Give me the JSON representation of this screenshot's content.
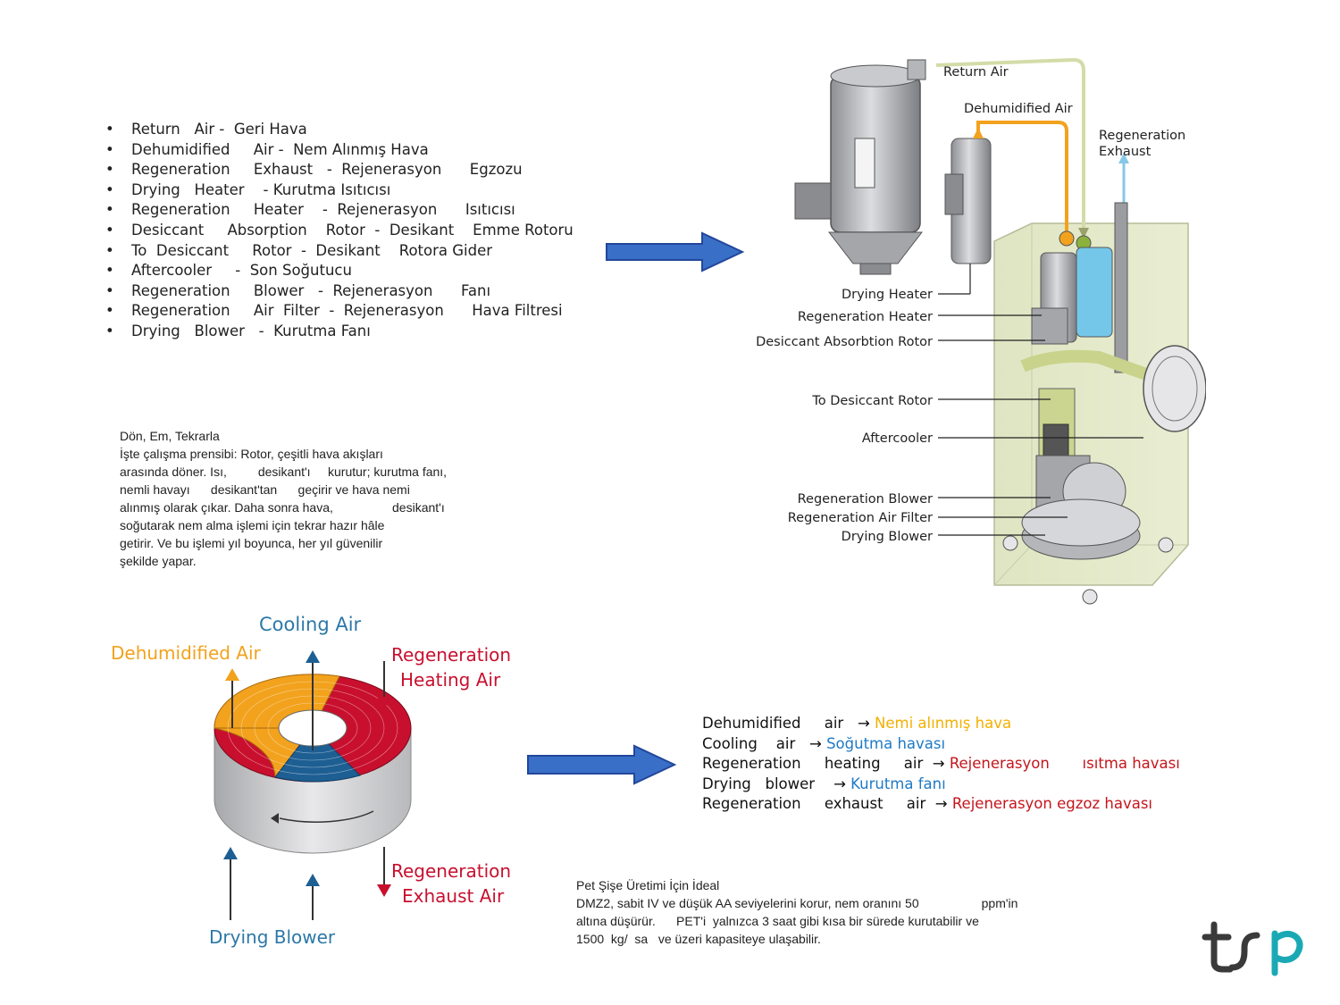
{
  "glossary": [
    "Return   Air -  Geri Hava",
    "Dehumidified     Air -  Nem Alınmış Hava",
    "Regeneration     Exhaust   -  Rejenerasyon      Egzozu",
    "Drying   Heater    - Kurutma Isıtıcısı",
    "Regeneration     Heater    -  Rejenerasyon      Isıtıcısı",
    "Desiccant     Absorption    Rotor  -  Desikant    Emme Rotoru",
    "To  Desiccant     Rotor  -  Desikant    Rotora Gider",
    "Aftercooler     -  Son Soğutucu",
    "Regeneration     Blower   -  Rejenerasyon      Fanı",
    "Regeneration     Air  Filter  -  Rejenerasyon      Hava Filtresi",
    "Drying   Blower   -  Kurutma Fanı"
  ],
  "principle": {
    "title": "Dön, Em, Tekrarla",
    "lines": [
      "İşte çalışma prensibi: Rotor, çeşitli hava akışları",
      "arasında döner. Isı,         desikant'ı     kurutur; kurutma fanı,",
      "nemli havayı      desikant'tan      geçirir ve hava nemi",
      "alınmış olarak çıkar. Daha sonra hava,                 desikant'ı",
      "soğutarak nem alma işlemi için tekrar hazır hâle",
      "getirir. Ve bu işlemi yıl boyunca, her yıl güvenilir",
      "şekilde yapar."
    ]
  },
  "dryer": {
    "return_air": "Return Air",
    "dehumidified_air": "Dehumidified Air",
    "regen_exhaust_1": "Regeneration",
    "regen_exhaust_2": "Exhaust",
    "labels": [
      "Drying Heater",
      "Regeneration Heater",
      "Desiccant Absorbtion Rotor",
      "To Desiccant Rotor",
      "Aftercooler",
      "Regeneration Blower",
      "Regeneration Air Filter",
      "Drying Blower"
    ]
  },
  "rotor": {
    "cooling_air": "Cooling Air",
    "dehumidified_air": "Dehumidified Air",
    "regen_heating_1": "Regeneration",
    "regen_heating_2": "Heating Air",
    "regen_exhaust_1": "Regeneration",
    "regen_exhaust_2": "Exhaust Air",
    "drying_blower": "Drying Blower"
  },
  "legend": [
    {
      "en": "Dehumidified     air   → ",
      "tr": "Nemi alınmış hava",
      "color": "#f2b000"
    },
    {
      "en": "Cooling    air   → ",
      "tr": "Soğutma havası",
      "color": "#1f7ac6"
    },
    {
      "en": "Regeneration     heating     air  → ",
      "tr": "Rejenerasyon       ısıtma havası",
      "color": "#c4161c"
    },
    {
      "en": "Drying   blower    → ",
      "tr": "Kurutma fanı",
      "color": "#1f7ac6"
    },
    {
      "en": "Regeneration     exhaust     air  → ",
      "tr": "Rejenerasyon egzoz havası",
      "color": "#c4161c"
    }
  ],
  "pet": {
    "title": "Pet Şişe Üretimi İçin İdeal",
    "lines": [
      "DMZ2, sabit IV ve düşük AA seviyelerini korur, nem oranını 50                  ppm'in",
      "altına düşürür.      PET'i  yalnızca 3 saat gibi kısa bir sürede kurutabilir ve",
      "1500  kg/  sa   ve üzeri kapasiteye ulaşabilir."
    ]
  },
  "logo": {
    "text": "tsp",
    "color_dark": "#3a3a3a",
    "color_teal": "#1aa9b4"
  },
  "colors": {
    "arrow": "#3a6fc8",
    "orange": "#f2a21d",
    "blue": "#1e6fa8",
    "red": "#c8102e"
  }
}
